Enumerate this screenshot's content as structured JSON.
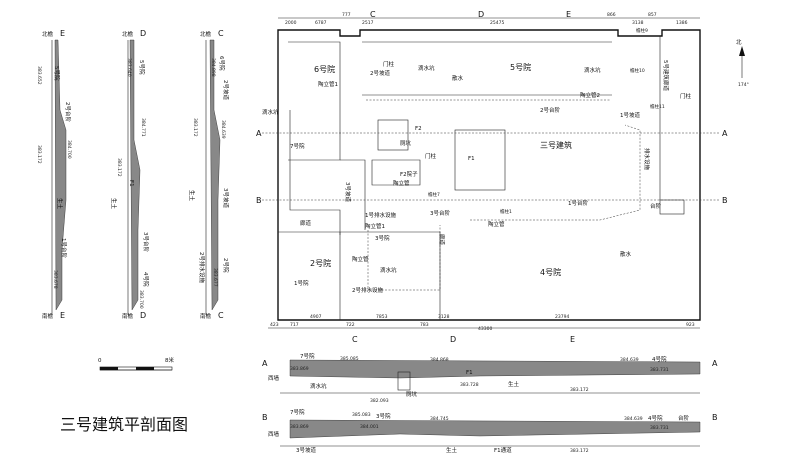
{
  "title": "三号建筑平剖面图",
  "scale_bar": {
    "start": "0",
    "end": "8米"
  },
  "plan": {
    "sections_top": [
      "C",
      "D",
      "E"
    ],
    "sections_bottom": [
      "C",
      "D",
      "E"
    ],
    "sections_side": [
      "A",
      "B"
    ],
    "north": "北",
    "north_angle": "174°",
    "top_dims": [
      "2000",
      "6787",
      "777",
      "2517",
      "25475",
      "866",
      "3138",
      "857",
      "1386"
    ],
    "bottom_dims": [
      "423",
      "717",
      "4907",
      "722",
      "7853",
      "783",
      "3128",
      "43300",
      "23794",
      "923"
    ],
    "labels": {
      "yard6": "6号院",
      "ramp2": "2号坡道",
      "pipe1": "陶立管1",
      "pillar_top": "门柱",
      "drip_pit_top": "滴水坑",
      "scatter_water_top": "散水",
      "yard5": "5号院",
      "drip_pit_top2": "滴水坑",
      "pipe2": "陶立管2",
      "step2": "2号台阶",
      "building3": "三号建筑",
      "slope1": "1号坡道",
      "yard7": "7号院",
      "drip_pit_left": "滴水坑",
      "pillar_right": "门柱",
      "bldg5_road": "5号建筑廊道",
      "pillar9": "檐柱9",
      "pillar10": "檐柱10",
      "pillar11": "檐柱11",
      "f2": "F2",
      "f1": "F1",
      "latrine": "厕坑",
      "f2_yard": "F2院子",
      "pillar_mid": "门柱",
      "pipe3": "陶立管",
      "eave7": "檐柱7",
      "ramp3": "3号坡道",
      "drain1": "1号排水设施",
      "pipe_m1": "陶立管1",
      "step3": "3号台阶",
      "corridor_left": "廊道",
      "corridor_mid": "廊道",
      "yard3": "3号院",
      "eave1": "檐柱1",
      "pipe_m2": "陶立管",
      "step1": "1号台阶",
      "drain_right": "排水设施",
      "step_right": "台阶",
      "scatter_right": "散水",
      "yard4": "4号院",
      "yard2": "2号院",
      "pipe_low": "陶立管",
      "drip_pit_low": "滴水坑",
      "drain2": "2号排水设施",
      "yard1": "1号院"
    }
  },
  "section_A": {
    "label_left": "A",
    "label_right": "A",
    "labels": [
      "7号院",
      "385.085",
      "384.868",
      "384.639",
      "4号院",
      "383.869",
      "383.731",
      "西墙",
      "滴水坑",
      "F1",
      "383.728",
      "生土",
      "厕坑",
      "382.093",
      "383.172"
    ]
  },
  "section_B": {
    "label_left": "B",
    "label_right": "B",
    "labels": [
      "7号院",
      "385.083",
      "3号院",
      "384.745",
      "384.639",
      "4号院",
      "台阶",
      "383.869",
      "384.001",
      "383.731",
      "西墙",
      "3号坡道",
      "生土",
      "F1通道",
      "383.172"
    ]
  },
  "sections_vertical": [
    {
      "top_id": "E",
      "bottom_id": "E",
      "labels": [
        "北檐",
        "5号院",
        "383.652",
        "2号台阶",
        "384.700",
        "383.172",
        "生土",
        "1号台阶",
        "383.678",
        "南檐"
      ]
    },
    {
      "top_id": "D",
      "bottom_id": "D",
      "labels": [
        "北檐",
        "5号院",
        "383.640",
        "384.771",
        "383.172",
        "F1",
        "生土",
        "3号台阶",
        "4号院",
        "383.700",
        "南檐"
      ]
    },
    {
      "top_id": "C",
      "bottom_id": "C",
      "labels": [
        "北檐",
        "6号院",
        "384.898",
        "2号坡道",
        "384.639",
        "383.172",
        "生土",
        "3号坡道",
        "2号院",
        "2号排水设施",
        "383.677",
        "南檐"
      ]
    }
  ]
}
